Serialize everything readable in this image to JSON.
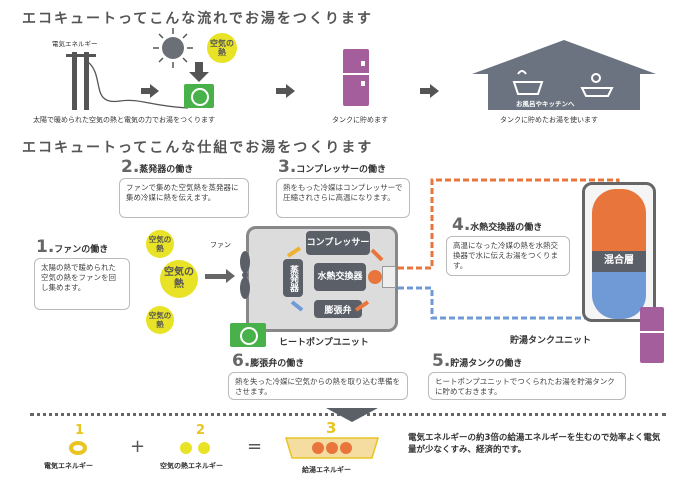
{
  "top": {
    "title": "エコキュートってこんな流れでお湯をつくります",
    "elec_label": "電気エネルギー",
    "air_heat": "空気の熱",
    "caption1": "太陽で暖められた空気の熱と電気の力でお湯をつくります",
    "caption2": "タンクに貯めます",
    "house_label": "お風呂やキッチンへ",
    "caption3": "タンクに貯めたお湯を使います"
  },
  "mid": {
    "title": "エコキュートってこんな仕組でお湯をつくります",
    "fan_label": "ファン",
    "heatpump_label": "ヒートポンプユニット",
    "tank_unit_label": "貯湯タンクユニット",
    "components": {
      "compressor": "コンプレッサー",
      "evaporator": "蒸発器",
      "heat_exchanger": "水熱交換器",
      "valve": "膨張弁",
      "mix_layer": "混合層"
    },
    "bubbles": [
      "空気の熱",
      "空気の熱",
      "空気の熱"
    ]
  },
  "steps": [
    {
      "num": "1.",
      "title": "ファンの働き",
      "text": "太陽の熱で暖められた空気の熱をファンを回し集めます。"
    },
    {
      "num": "2.",
      "title": "蒸発器の働き",
      "text": "ファンで集めた空気熱を蒸発器に集め冷媒に熱を伝えます。"
    },
    {
      "num": "3.",
      "title": "コンプレッサーの働き",
      "text": "熱をもった冷媒はコンプレッサーで圧縮されさらに高温になります。"
    },
    {
      "num": "4.",
      "title": "水熱交換器の働き",
      "text": "高温になった冷媒の熱を水熱交換器で水に伝えお湯をつくります。"
    },
    {
      "num": "5.",
      "title": "貯湯タンクの働き",
      "text": "ヒートポンプユニットでつくられたお湯を貯湯タンクに貯めておきます。"
    },
    {
      "num": "6.",
      "title": "膨張弁の働き",
      "text": "熱を失った冷媒に空気からの熱を取り込む準備をさせます。"
    }
  ],
  "equation": {
    "n1": "1",
    "label1": "電気エネルギー",
    "plus": "+",
    "n2": "2",
    "label2": "空気の熱エネルギー",
    "equals": "=",
    "n3": "3",
    "label3": "給湯エネルギー",
    "summary": "電気エネルギーの約3倍の給湯エネルギーを生むので効率よく電気量が少なくすみ、経済的です。"
  },
  "colors": {
    "yellow": "#e8e326",
    "green": "#49b14a",
    "orange": "#e8763c",
    "blue": "#6f9ad6",
    "purple": "#a45e9c",
    "gray": "#5b6068"
  }
}
